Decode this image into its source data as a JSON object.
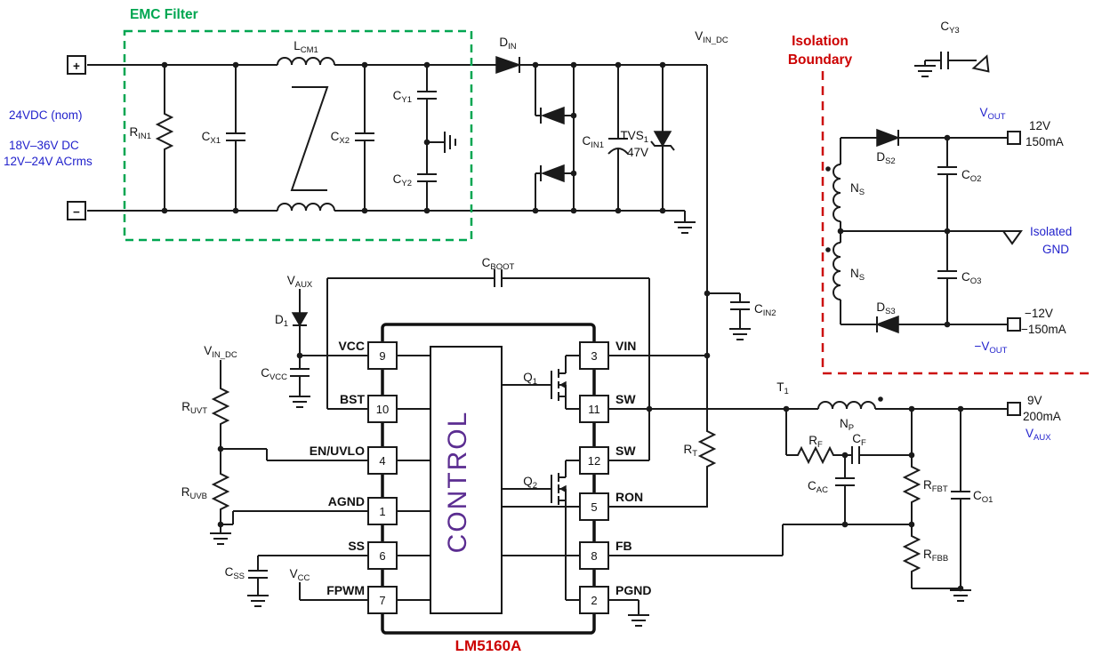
{
  "emc_title": "EMC Filter",
  "iso_title1": "Isolation",
  "iso_title2": "Boundary",
  "chip_name": "LM5160A",
  "control_label": "CONTROL",
  "input": {
    "plus": "+",
    "minus": "−",
    "spec1": "24VDC (nom)",
    "spec2": "18V–36V DC",
    "spec3": "12V–24V ACrms"
  },
  "labels": {
    "r_in1": {
      "m": "R",
      "s": "IN1"
    },
    "c_x1": {
      "m": "C",
      "s": "X1"
    },
    "l_cm1": {
      "m": "L",
      "s": "CM1"
    },
    "c_x2": {
      "m": "C",
      "s": "X2"
    },
    "c_y1": {
      "m": "C",
      "s": "Y1"
    },
    "c_y2": {
      "m": "C",
      "s": "Y2"
    },
    "c_y3": {
      "m": "C",
      "s": "Y3"
    },
    "d_in": {
      "m": "D",
      "s": "IN"
    },
    "c_in1": {
      "m": "C",
      "s": "IN1"
    },
    "tvs1": {
      "m": "TVS",
      "s": "1",
      "value": "47V"
    },
    "vin_dc_top": {
      "m": "V",
      "s": "IN_DC"
    },
    "vin_dc_left": {
      "m": "V",
      "s": "IN_DC"
    },
    "c_in2": {
      "m": "C",
      "s": "IN2"
    },
    "c_boot": {
      "m": "C",
      "s": "BOOT"
    },
    "v_aux_left": {
      "m": "V",
      "s": "AUX"
    },
    "d_1": {
      "m": "D",
      "s": "1"
    },
    "c_vcc": {
      "m": "C",
      "s": "VCC"
    },
    "r_uvt": {
      "m": "R",
      "s": "UVT"
    },
    "r_uvb": {
      "m": "R",
      "s": "UVB"
    },
    "c_ss": {
      "m": "C",
      "s": "SS"
    },
    "v_cc": {
      "m": "V",
      "s": "CC"
    },
    "q1": {
      "m": "Q",
      "s": "1"
    },
    "q2": {
      "m": "Q",
      "s": "2"
    },
    "r_t": {
      "m": "R",
      "s": "T"
    },
    "t_1": {
      "m": "T",
      "s": "1"
    },
    "n_p": {
      "m": "N",
      "s": "P"
    },
    "r_f": {
      "m": "R",
      "s": "F"
    },
    "c_f": {
      "m": "C",
      "s": "F"
    },
    "c_ac": {
      "m": "C",
      "s": "AC"
    },
    "r_fbt": {
      "m": "R",
      "s": "FBT"
    },
    "r_fbb": {
      "m": "R",
      "s": "FBB"
    },
    "c_o1": {
      "m": "C",
      "s": "O1"
    },
    "c_o2": {
      "m": "C",
      "s": "O2"
    },
    "c_o3": {
      "m": "C",
      "s": "O3"
    },
    "d_s2": {
      "m": "D",
      "s": "S2"
    },
    "d_s3": {
      "m": "D",
      "s": "S3"
    },
    "n_s_top": {
      "m": "N",
      "s": "S"
    },
    "n_s_bot": {
      "m": "N",
      "s": "S"
    }
  },
  "pins": {
    "left": [
      {
        "name": "VCC",
        "num": "9"
      },
      {
        "name": "BST",
        "num": "10"
      },
      {
        "name": "EN/UVLO",
        "num": "4"
      },
      {
        "name": "AGND",
        "num": "1"
      },
      {
        "name": "SS",
        "num": "6"
      },
      {
        "name": "FPWM",
        "num": "7"
      }
    ],
    "right": [
      {
        "name": "VIN",
        "num": "3"
      },
      {
        "name": "SW",
        "num": "11"
      },
      {
        "name": "SW",
        "num": "12"
      },
      {
        "name": "RON",
        "num": "5"
      },
      {
        "name": "FB",
        "num": "8"
      },
      {
        "name": "PGND",
        "num": "2"
      }
    ]
  },
  "outputs": {
    "vout": {
      "label_m": "V",
      "label_s": "OUT",
      "v": "12V",
      "i": "150mA"
    },
    "iso_gnd1": "Isolated",
    "iso_gnd2": "GND",
    "neg": {
      "label_m": "−V",
      "label_s": "OUT",
      "v": "−12V",
      "i": "−150mA"
    },
    "aux": {
      "label_m": "V",
      "label_s": "AUX",
      "v": "9V",
      "i": "200mA"
    }
  }
}
